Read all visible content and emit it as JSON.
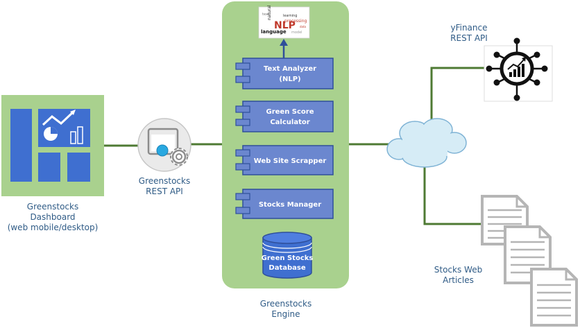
{
  "dashboard": {
    "label_lines": [
      "Greenstocks",
      "Dashboard",
      "(web mobile/desktop)"
    ]
  },
  "rest_api": {
    "label_lines": [
      "Greenstocks",
      "REST API"
    ]
  },
  "engine": {
    "label_lines": [
      "Greenstocks",
      "Engine"
    ],
    "nlp_image_words": [
      "NLP",
      "natural",
      "language",
      "processing",
      "learning",
      "text"
    ],
    "components": [
      {
        "id": "text-analyzer",
        "lines": [
          "Text Analyzer",
          "(NLP)"
        ]
      },
      {
        "id": "green-score",
        "lines": [
          "Green Score",
          "Calculator"
        ]
      },
      {
        "id": "scrapper",
        "lines": [
          "Web Site Scrapper"
        ]
      },
      {
        "id": "stocks-manager",
        "lines": [
          "Stocks Manager"
        ]
      }
    ],
    "database": {
      "lines": [
        "Green Stocks",
        "Database"
      ]
    }
  },
  "yfinance": {
    "label_lines": [
      "yFinance",
      "REST API"
    ]
  },
  "articles": {
    "label_lines": [
      "Stocks Web",
      "Articles"
    ]
  },
  "colors": {
    "connector": "#4e7a33",
    "panel_green": "#a9d18e",
    "component_blue": "#6b87cf",
    "component_border": "#2f4f9a",
    "database_blue": "#3f6fd0",
    "label_blue": "#2f5b86",
    "cloud_fill": "#d6ecf6"
  }
}
